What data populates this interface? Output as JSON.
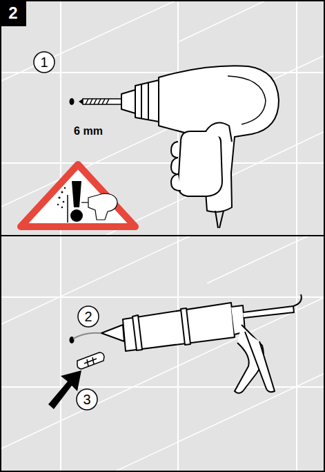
{
  "diagram": {
    "labels": [
      "2",
      "1",
      "6 mm",
      "2",
      "3"
    ]
  }
}
